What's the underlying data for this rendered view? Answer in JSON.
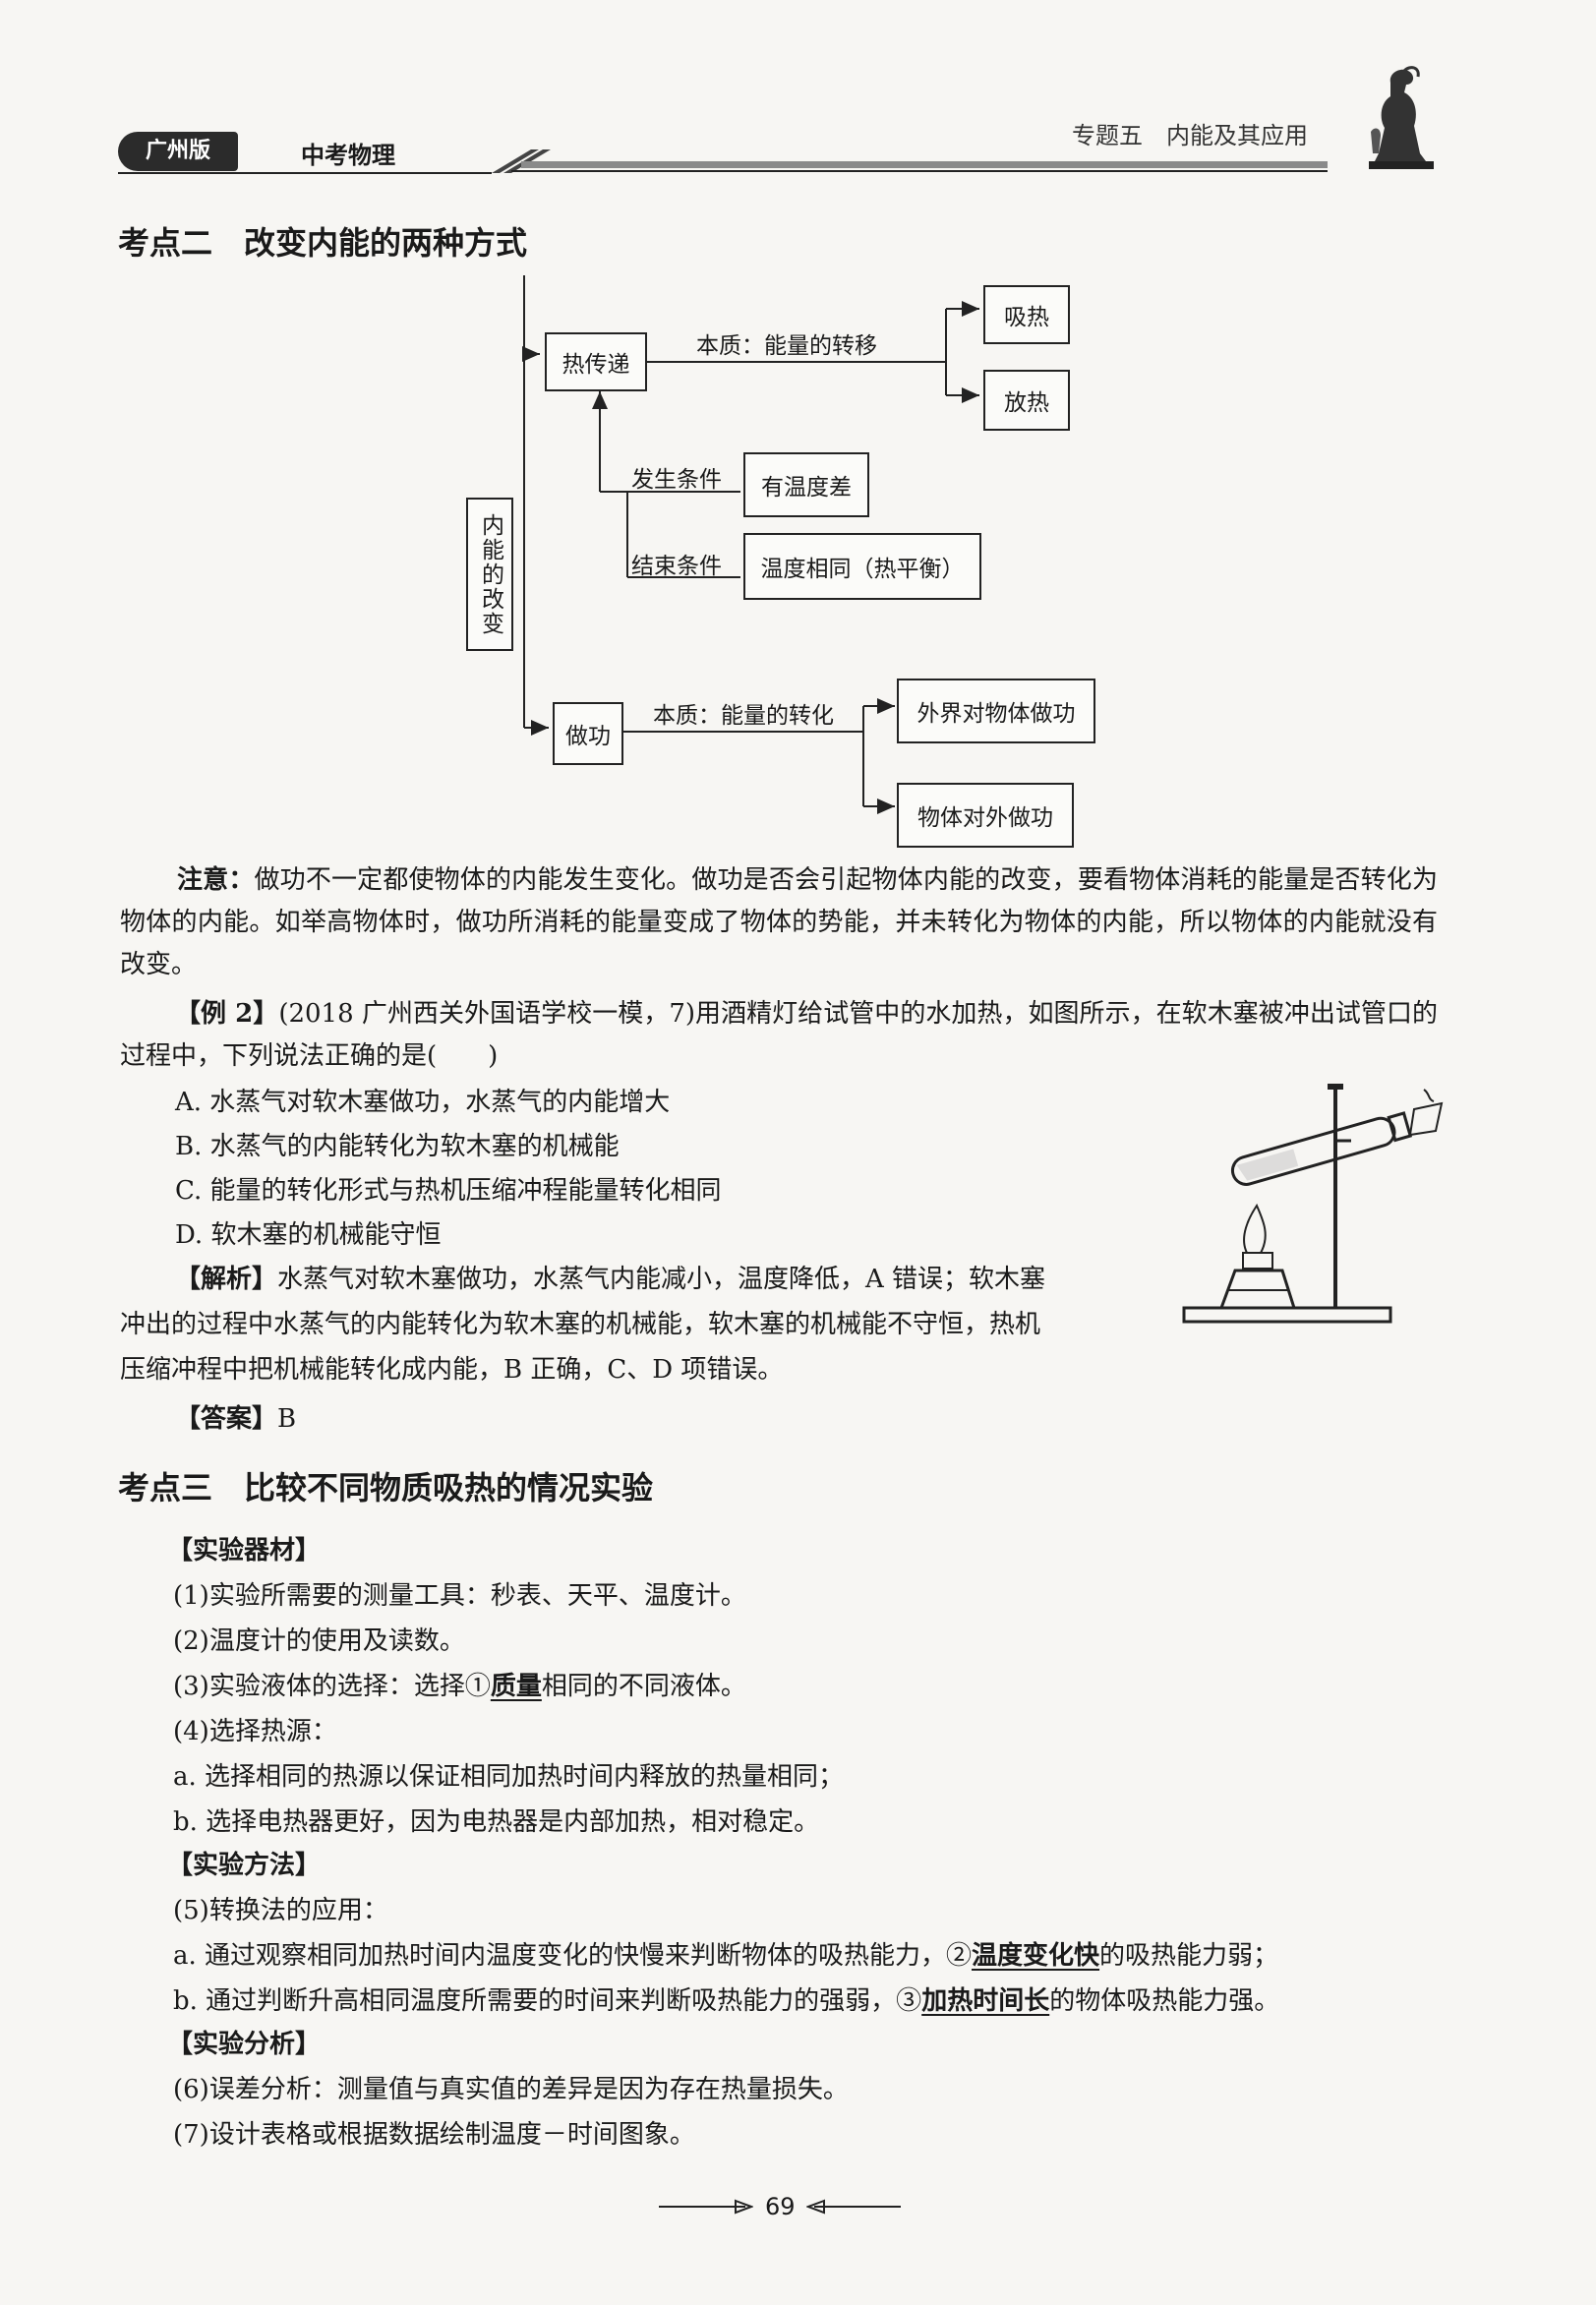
{
  "header": {
    "edition": "广州版",
    "subject": "中考物理",
    "topic": "专题五　内能及其应用"
  },
  "section2": {
    "title": "考点二　改变内能的两种方式",
    "diagram": {
      "root": "内能的改变",
      "heat_transfer": {
        "label": "热传递",
        "essence": "本质：能量的转移",
        "results": [
          "吸热",
          "放热"
        ],
        "start_condition_label": "发生条件",
        "start_condition": "有温度差",
        "end_condition_label": "结束条件",
        "end_condition": "温度相同（热平衡）"
      },
      "work": {
        "label": "做功",
        "essence": "本质：能量的转化",
        "results": [
          "外界对物体做功",
          "物体对外做功"
        ]
      }
    },
    "note_label": "注意：",
    "note_text": "做功不一定都使物体的内能发生变化。做功是否会引起物体内能的改变，要看物体消耗的能量是否转化为物体的内能。如举高物体时，做功所消耗的能量变成了物体的势能，并未转化为物体的内能，所以物体的内能就没有改变。",
    "example": {
      "label": "【例 2】",
      "question": "(2018 广州西关外国语学校一模，7)用酒精灯给试管中的水加热，如图所示，在软木塞被冲出试管口的过程中，下列说法正确的是(　　)",
      "options": [
        "A.  水蒸气对软木塞做功，水蒸气的内能增大",
        "B.  水蒸气的内能转化为软木塞的机械能",
        "C.  能量的转化形式与热机压缩冲程能量转化相同",
        "D.  软木塞的机械能守恒"
      ],
      "analysis_label": "【解析】",
      "analysis_lines": [
        "水蒸气对软木塞做功，水蒸气内能减小，温度降低，A 错误；软木塞",
        "冲出的过程中水蒸气的内能转化为软木塞的机械能，软木塞的机械能不守恒，热机",
        "压缩冲程中把机械能转化成内能，B 正确，C、D 项错误。"
      ],
      "answer_label": "【答案】",
      "answer": "B"
    }
  },
  "section3": {
    "title": "考点三　比较不同物质吸热的情况实验",
    "materials_heading": "【实验器材】",
    "item1": "(1)实验所需要的测量工具：秒表、天平、温度计。",
    "item2": "(2)温度计的使用及读数。",
    "item3_pre": "(3)实验液体的选择：选择①",
    "item3_key": "质量",
    "item3_post": "相同的不同液体。",
    "item4": "(4)选择热源：",
    "item4a": "a.  选择相同的热源以保证相同加热时间内释放的热量相同；",
    "item4b": "b.  选择电热器更好，因为电热器是内部加热，相对稳定。",
    "method_heading": "【实验方法】",
    "item5": "(5)转换法的应用：",
    "item5a_pre": "a.  通过观察相同加热时间内温度变化的快慢来判断物体的吸热能力，②",
    "item5a_key": "温度变化快",
    "item5a_post": "的吸热能力弱；",
    "item5b_pre": "b.  通过判断升高相同温度所需要的时间来判断吸热能力的强弱，③",
    "item5b_key": "加热时间长",
    "item5b_post": "的物体吸热能力强。",
    "analysis_heading": "【实验分析】",
    "item6": "(6)误差分析：测量值与真实值的差异是因为存在热量损失。",
    "item7": "(7)设计表格或根据数据绘制温度－时间图象。"
  },
  "page_number": "69"
}
